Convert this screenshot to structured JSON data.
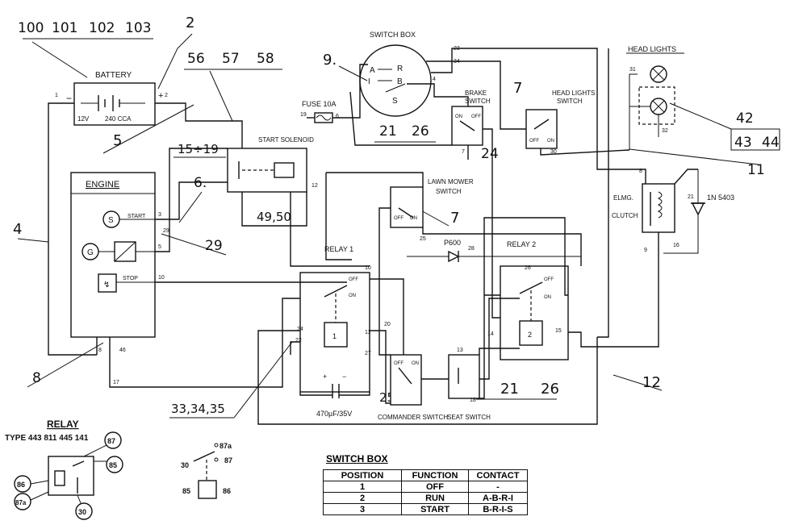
{
  "refs": {
    "battery_group": [
      "100",
      "101",
      "102",
      "103"
    ],
    "r2": "2",
    "solenoid_group": [
      "56",
      "57",
      "58"
    ],
    "r9": "9.",
    "r5": "5",
    "r4": "4",
    "r6": "6.",
    "r15_19": "15÷19",
    "r49_50": "49,50",
    "r29": "29",
    "r8": "8",
    "r33": "33,34,35",
    "r21a": "21",
    "r26a": "26",
    "r24": "24",
    "r7a": "7",
    "r7b": "7",
    "r25": "25",
    "r21b": "21",
    "r26b": "26",
    "r12": "12",
    "r11": "11",
    "r42": "42",
    "r43": "43",
    "r44": "44"
  },
  "labels": {
    "battery": "BATTERY",
    "battery_spec_v": "12V",
    "battery_spec_cca": "240 CCA",
    "engine": "ENGINE",
    "start": "START",
    "stop": "STOP",
    "switch_box": "SWITCH BOX",
    "fuse": "FUSE 10A",
    "start_solenoid": "START SOLENOID",
    "brake_switch_1": "BRAKE",
    "brake_switch_2": "SWITCH",
    "headlights_switch_1": "HEAD LIGHTS",
    "headlights_switch_2": "SWITCH",
    "head_lights": "HEAD LIGHTS",
    "lawn_mower_switch_1": "LAWN MOWER",
    "lawn_mower_switch_2": "SWITCH",
    "relay1": "RELAY 1",
    "relay2": "RELAY 2",
    "elmg_clutch_1": "ELMG.",
    "elmg_clutch_2": "CLUTCH",
    "diode": "1N 5403",
    "p600": "P600",
    "capacitor": "470µF/35V",
    "commander_switch": "COMMANDER SWITCH",
    "seat_switch": "SEAT SWITCH",
    "relay_legend_title": "RELAY",
    "relay_type": "TYPE 443 811 445 141"
  },
  "sw_letters": [
    "A",
    "R",
    "I",
    "B",
    "S"
  ],
  "wires": [
    "1",
    "2",
    "3",
    "5",
    "10",
    "11",
    "12",
    "13",
    "14",
    "15",
    "16",
    "17",
    "18",
    "19",
    "20",
    "21",
    "22",
    "23",
    "24",
    "25",
    "26",
    "27",
    "28",
    "29",
    "30",
    "31",
    "32",
    "34",
    "4",
    "6",
    "7",
    "8",
    "9",
    "46"
  ],
  "contacts": {
    "off": "OFF",
    "on": "ON"
  },
  "relay_pins": {
    "p86": "86",
    "p87a": "87a",
    "p87": "87",
    "p85": "85",
    "p30": "30"
  },
  "switch_table": {
    "title": "SWITCH BOX",
    "headers": [
      "POSITION",
      "FUNCTION",
      "CONTACT"
    ],
    "rows": [
      [
        "1",
        "OFF",
        "-"
      ],
      [
        "2",
        "RUN",
        "A-B-R-I"
      ],
      [
        "3",
        "START",
        "B-R-I-S"
      ]
    ]
  }
}
